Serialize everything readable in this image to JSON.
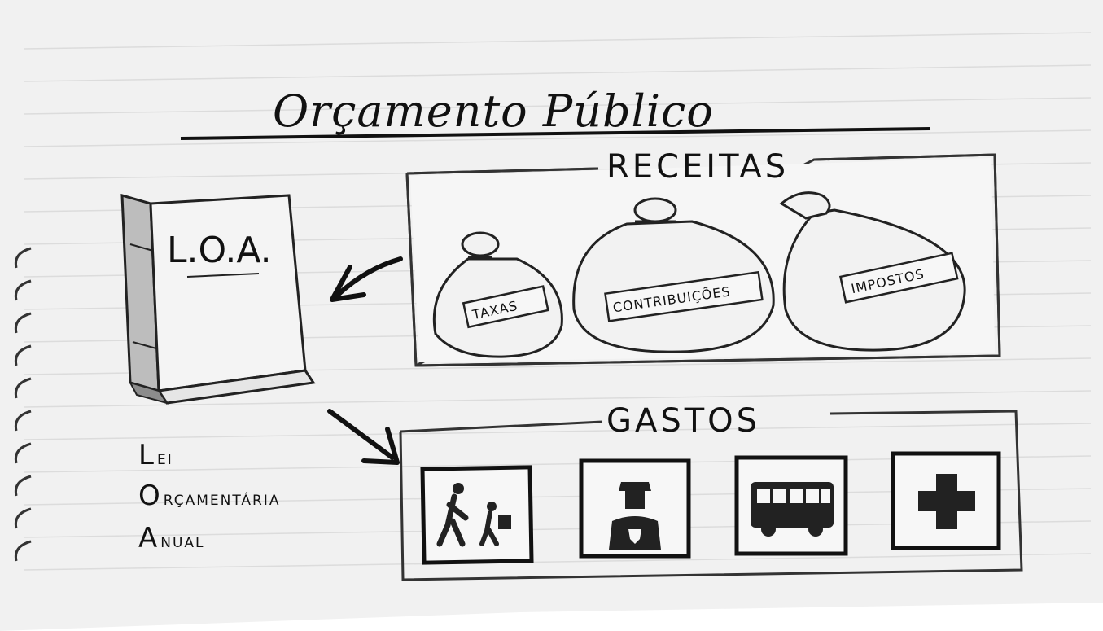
{
  "title": "Orçamento Público",
  "book": {
    "label": "L.O.A."
  },
  "acronym": [
    {
      "initial": "L",
      "rest": "EI"
    },
    {
      "initial": "O",
      "rest": "RÇAMENTÁRIA"
    },
    {
      "initial": "A",
      "rest": "NUAL"
    }
  ],
  "receitas": {
    "heading": "RECEITAS",
    "bags": [
      "TAXAS",
      "CONTRIBUIÇÕES",
      "IMPOSTOS"
    ]
  },
  "gastos": {
    "heading": "GASTOS",
    "icons": [
      "education-icon",
      "security-icon",
      "transport-icon",
      "health-icon"
    ]
  }
}
